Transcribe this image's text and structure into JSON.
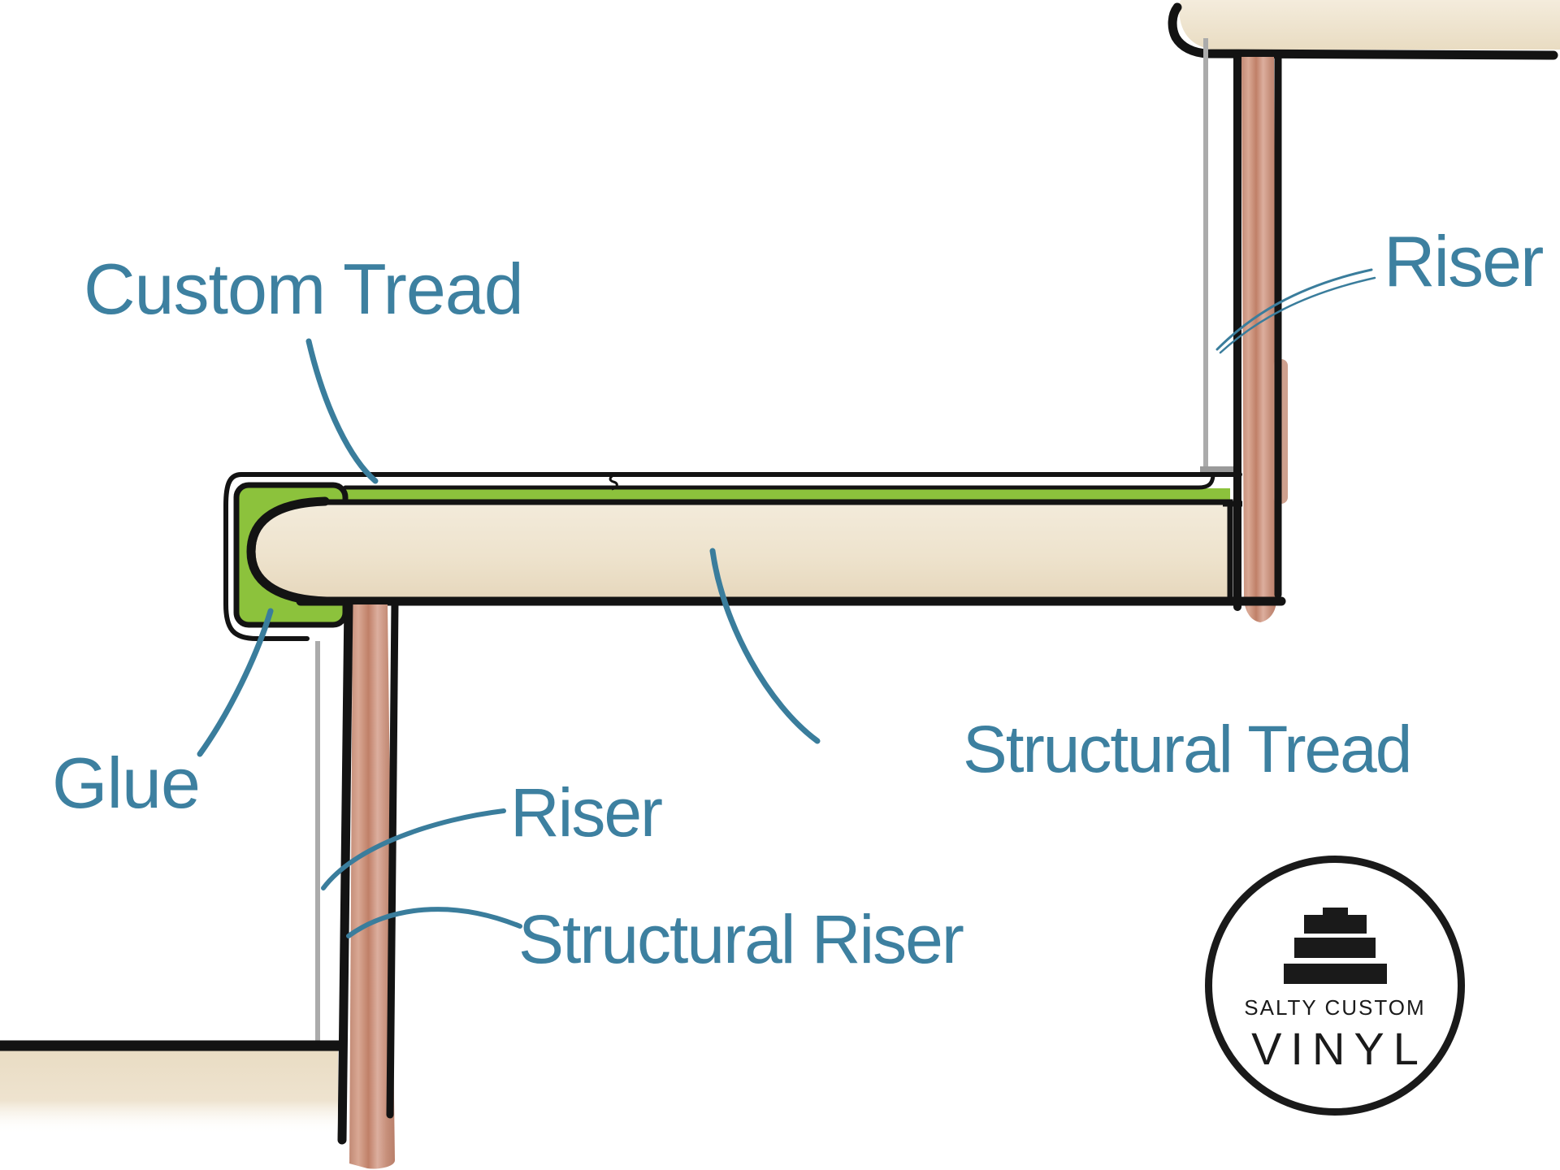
{
  "diagram": {
    "labels": {
      "custom_tread": "Custom Tread",
      "riser_top": "Riser",
      "glue": "Glue",
      "riser_mid": "Riser",
      "structural_riser": "Structural Riser",
      "structural_tread": "Structural Tread"
    },
    "colors": {
      "label_teal": "#3d80a0",
      "leader_teal": "#3a7d9c",
      "glue_green": "#8cc23c",
      "riser_brown": "#c98d77",
      "tread_tan": "#eee0c8",
      "ink_black": "#131313",
      "guide_gray": "#ababab"
    }
  },
  "logo": {
    "line1": "SALTY CUSTOM",
    "line2": "VINYL",
    "icon": "stairs-icon"
  }
}
